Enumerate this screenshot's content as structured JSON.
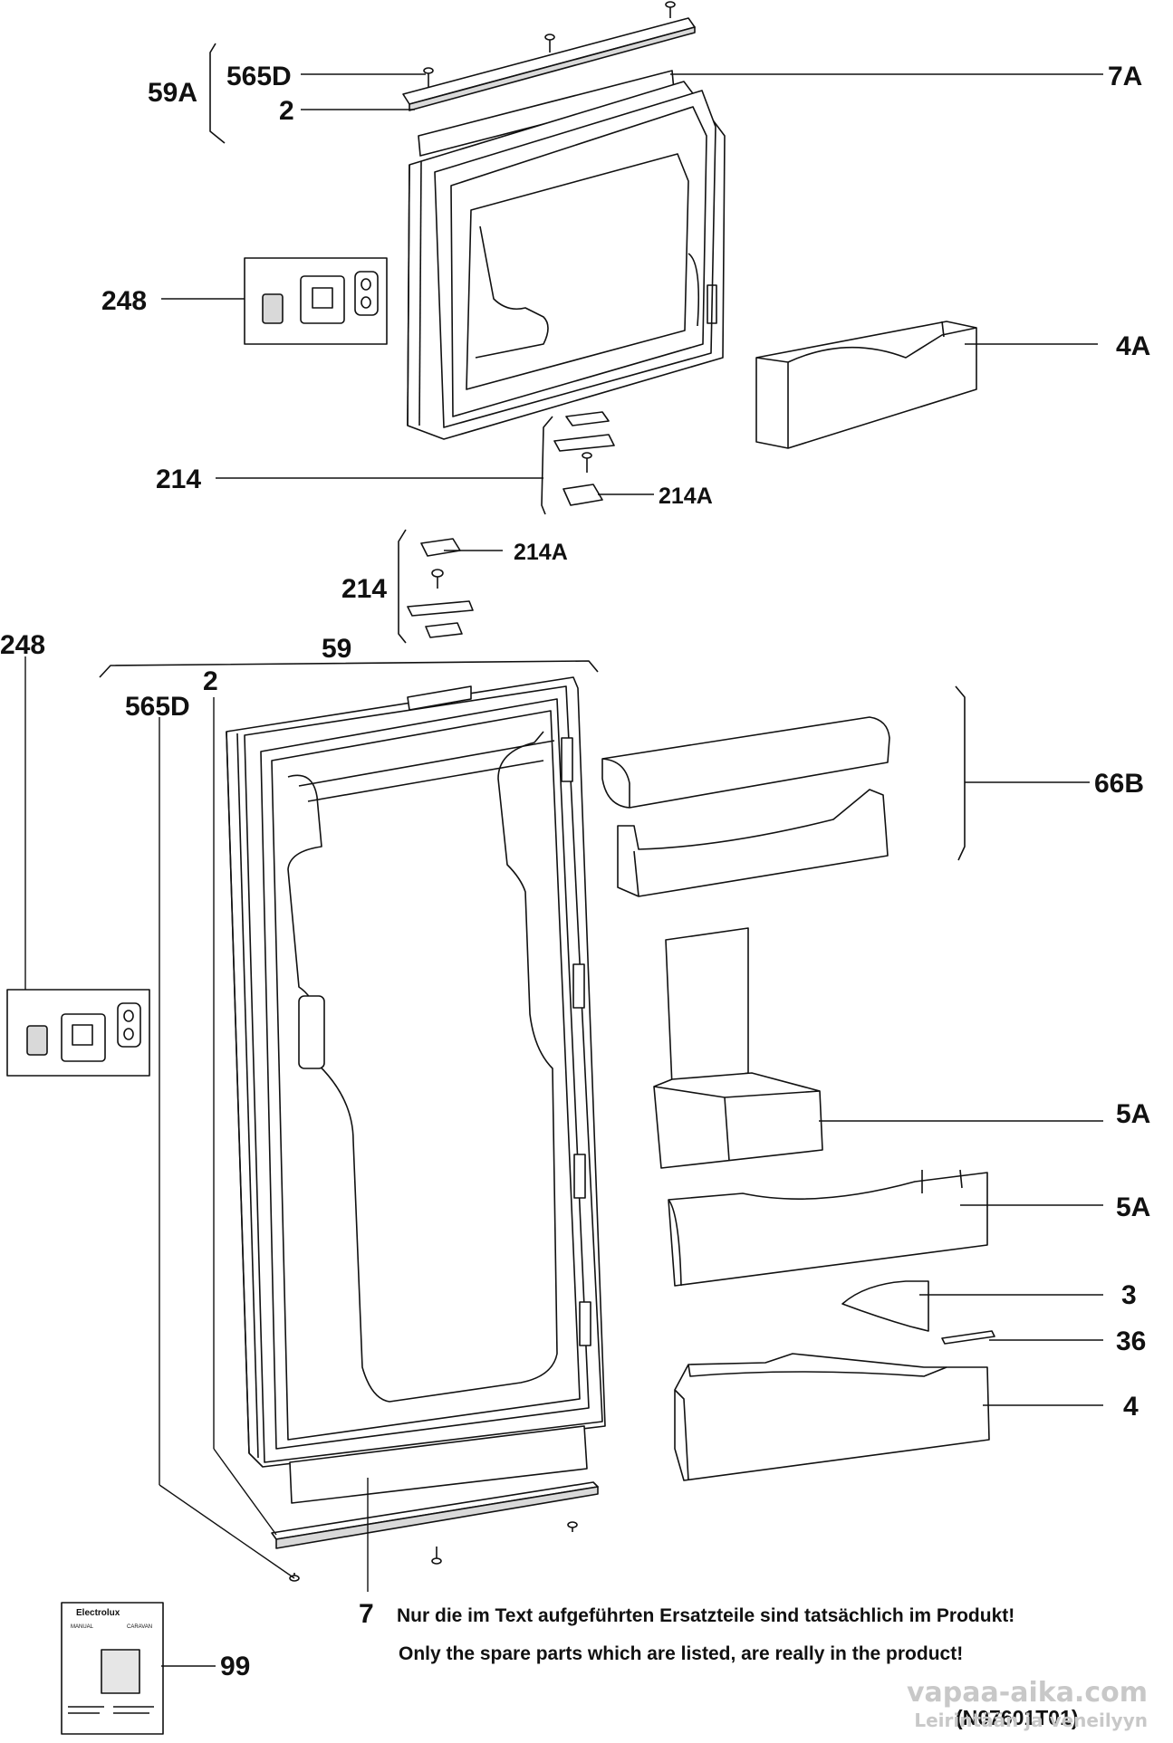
{
  "callouts": {
    "top_group": "59A",
    "top_screw": "565D",
    "top_strip": "2",
    "top_door": "7A",
    "top_hinge_kit": "248",
    "top_shelf": "4A",
    "top_lock_group": "214",
    "top_lock_part": "214A",
    "mid_lock_part": "214A",
    "mid_lock_group": "214",
    "left_hinge_kit": "248",
    "main_door": "59",
    "main_strip": "2",
    "main_screw": "565D",
    "shelf_66b": "66B",
    "shelf_5a_upper": "5A",
    "shelf_5a_lower": "5A",
    "part_3": "3",
    "part_36": "36",
    "part_4": "4",
    "part_7": "7",
    "manual": "99"
  },
  "manual_thumbnail": {
    "brand": "Electrolux",
    "left_header": "MANUAL",
    "right_header": "CARAVAN"
  },
  "notes": {
    "german": "Nur die im Text aufgeführten Ersatzteile sind tatsächlich im Produkt!",
    "english": "Only the spare parts which are listed, are really in the product!",
    "code": "(N07601T01)"
  },
  "watermark": {
    "site": "vapaa-aika.com",
    "tagline": "Leirintään ja veneilyyn"
  },
  "colors": {
    "line": "#111111",
    "fill": "#ffffff",
    "shade": "#d9d9d9"
  }
}
